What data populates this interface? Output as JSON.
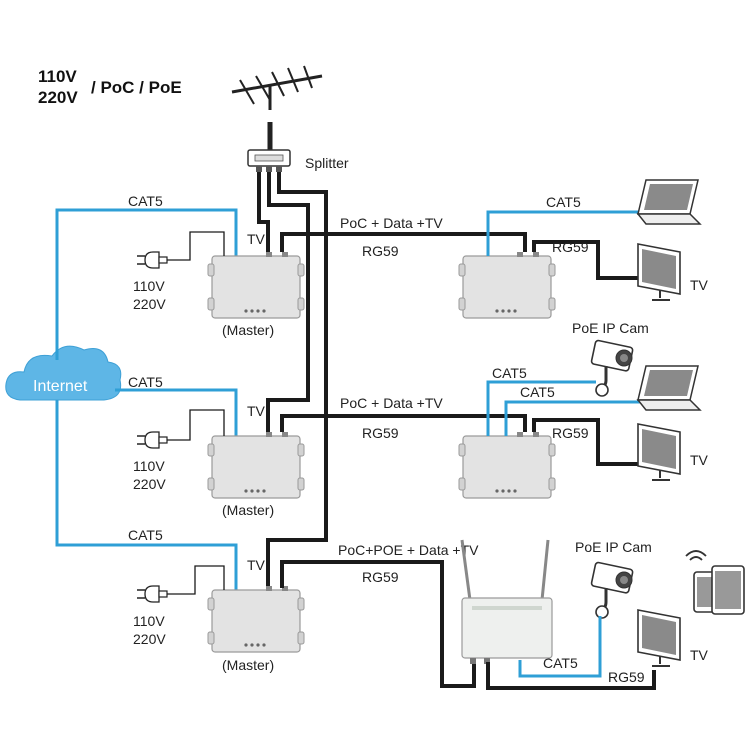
{
  "header": {
    "line1": "110V",
    "line2": "220V",
    "suffix": "/ PoC / PoE"
  },
  "splitter_label": "Splitter",
  "cloud_label": "Internet",
  "rows": [
    {
      "cat5": "CAT5",
      "power1": "110V",
      "power2": "220V",
      "tv": "TV",
      "master": "(Master)",
      "link": "PoC + Data +TV",
      "rg59": "RG59"
    },
    {
      "cat5": "CAT5",
      "power1": "110V",
      "power2": "220V",
      "tv": "TV",
      "master": "(Master)",
      "link": "PoC + Data +TV",
      "rg59": "RG59"
    },
    {
      "cat5": "CAT5",
      "power1": "110V",
      "power2": "220V",
      "tv": "TV",
      "master": "(Master)",
      "link": "PoC+POE + Data +TV",
      "rg59": "RG59"
    }
  ],
  "slaves": [
    {
      "cat5": "CAT5",
      "rg59": "RG59",
      "tv": "TV"
    },
    {
      "cam": "PoE IP Cam",
      "cat5_a": "CAT5",
      "cat5_b": "CAT5",
      "rg59": "RG59",
      "tv": "TV"
    },
    {
      "cam": "PoE IP Cam",
      "cat5": "CAT5",
      "rg59": "RG59",
      "tv": "TV"
    }
  ],
  "icons": [
    "antenna-icon",
    "splitter-icon",
    "power-plug-icon",
    "laptop-icon",
    "tv-icon",
    "ip-camera-icon",
    "router-icon",
    "phone-tablet-icon",
    "cloud-icon"
  ]
}
